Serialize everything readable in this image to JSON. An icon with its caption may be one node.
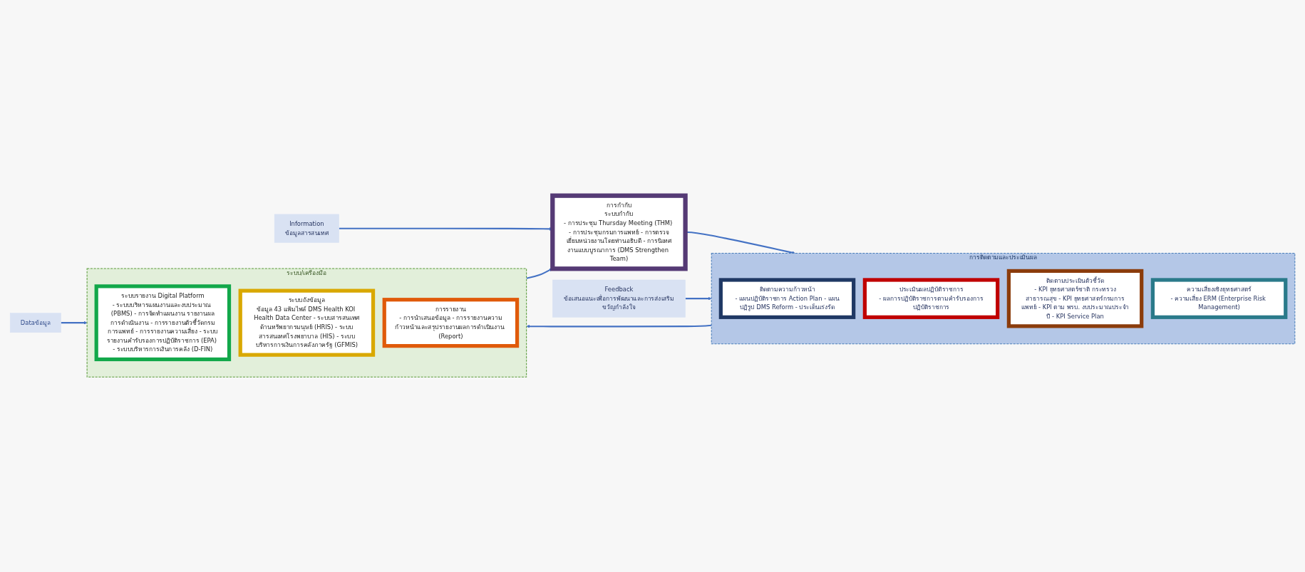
{
  "diagram": {
    "nodes": [
      {
        "text": [
          "การติดตามและประเมินผล"
        ]
      },
      {
        "text": [
          "ติดตามความก้าวหน้า",
          "- แผนปฏิบัติราชการ Action Plan - แผนปฏิรูป DMS Reform - ประเด็นเร่งรัด"
        ],
        "in": 0
      },
      {
        "text": [
          "ประเมินผลปฏิบัติราชการ",
          "- ผลการปฏิบัติราชการตามคำรับรองการปฏิบัติราชการ"
        ],
        "in": 0
      },
      {
        "text": [
          "ติดตามประเมินตัวชี้วัด",
          "- KPI ยุทธศาสตร์ชาติ กระทรวงสาธารณสุข - KPI ยุทธศาสตร์กรมการแพทย์ - KPI ตาม พรบ. งบประมาณประจำปี - KPI Service Plan"
        ],
        "in": 0
      },
      {
        "text": [
          "ความเสี่ยงเชิงยุทธศาสตร์",
          "- ความเสี่ยง ERM (Enterprise Risk Management)"
        ],
        "in": 0
      },
      {
        "text": [
          "Dataข้อมูล"
        ]
      },
      {
        "text": [
          "การกำกับ",
          "ระบบกำกับ",
          "- การประชุม Thursday Meeting (THM) - การประชุมกรมการแพทย์ - การตรวจเยี่ยมหน่วยงานโดยท่านอธิบดี - การนิเทศงานแบบบูรณาการ (DMS Strengthen Team)"
        ]
      },
      {
        "text": [
          "ระบบ/เครื่องมือ"
        ]
      },
      {
        "text": [
          "ระบบรายงาน Digital Platform",
          "- ระบบบริหารแผนงานและงบประมาณ (PBMS) - การจัดทำแผนงาน รายงานผลการดำเนินงาน - การรายงานตัวชี้วัดกรมการแพทย์ - การรายงานความเสี่ยง - ระบบรายงานคำรับรองการปฏิบัติราชการ (EPA) - ระบบบริหารการเงินการคลัง (D-FIN)"
        ],
        "in": 7
      },
      {
        "text": [
          "ระบบถังข้อมูล",
          "ข้อมูล 43 แฟ้มไฟล์ DMS Health KOI Health Data Center - ระบบสารสนเทศด้านทรัพยากรมนุษย์ (HRIS) - ระบบสารสนเทศโรงพยาบาล (HIS) - ระบบบริหารการเงินการคลังภาครัฐ (GFMIS)"
        ],
        "in": 7
      },
      {
        "text": [
          "การรายงาน",
          "- การนำเสนอข้อมูล - การรายงานความก้าวหน้าและสรุปรายงานผลการดำเนินงาน (Report)"
        ],
        "in": 7
      },
      {
        "text": [
          "Feedback",
          "ข้อเสนอแนะเพื่อการพัฒนาและการส่งเสริมขวัญกำลังใจ"
        ]
      },
      {
        "text": [
          "Information",
          "ข้อมูลสารสนเทศ"
        ]
      }
    ],
    "edges": [
      {
        "from": 0,
        "to": 7,
        "arrow": "to"
      },
      {
        "from": 5,
        "to": 7,
        "arrow": "to"
      },
      {
        "from": 6,
        "to": 0,
        "arrow": "to"
      },
      {
        "from": 11,
        "to": 0,
        "arrow": "to"
      },
      {
        "from": 7,
        "to": 6,
        "arrow": "to"
      },
      {
        "from": 12,
        "to": 6,
        "arrow": "to"
      }
    ]
  }
}
